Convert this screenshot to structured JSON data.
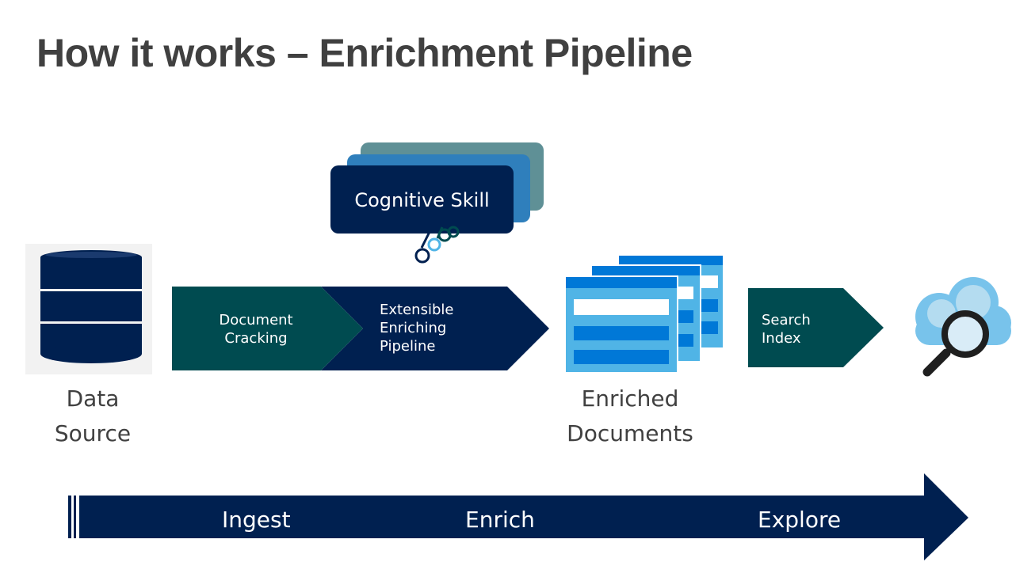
{
  "title": "How it works – Enrichment Pipeline",
  "data_source": {
    "line1": "Data",
    "line2": "Source"
  },
  "cognitive_skill": "Cognitive Skill",
  "pipeline": {
    "cracking": {
      "line1": "Document",
      "line2": "Cracking"
    },
    "enriching": {
      "line1": "Extensible",
      "line2": "Enriching",
      "line3": "Pipeline"
    }
  },
  "enriched_documents": {
    "line1": "Enriched",
    "line2": "Documents"
  },
  "search_index": {
    "line1": "Search",
    "line2": "Index"
  },
  "phases": {
    "ingest": "Ingest",
    "enrich": "Enrich",
    "explore": "Explore"
  },
  "colors": {
    "navy": "#002050",
    "teal": "#004B50",
    "doc_blue": "#50B4E6",
    "doc_band": "#0078D7",
    "cloud_light": "#B4DCF0",
    "cloud_mid": "#78C3EB",
    "title_gray": "#404040"
  }
}
